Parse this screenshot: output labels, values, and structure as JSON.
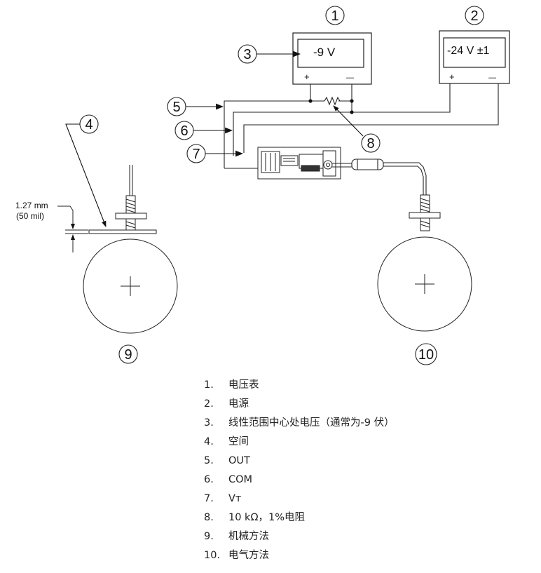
{
  "callouts": [
    "1",
    "2",
    "3",
    "4",
    "5",
    "6",
    "7",
    "8",
    "9",
    "10"
  ],
  "voltmeter_reading": "-9 V",
  "power_supply_reading": "-24 V ±1",
  "plus_sign": "+",
  "minus_sign": "—",
  "gap_dimension": "1.27 mm",
  "gap_dimension_mil": "(50 mil)",
  "legend": [
    {
      "num": "1.",
      "text": "电压表"
    },
    {
      "num": "2.",
      "text": "电源"
    },
    {
      "num": "3.",
      "text": "线性范围中心处电压（通常为-9 伏）"
    },
    {
      "num": "4.",
      "text": "空间"
    },
    {
      "num": "5.",
      "text": "OUT"
    },
    {
      "num": "6.",
      "text": "COM"
    },
    {
      "num": "7.",
      "text": "Vт"
    },
    {
      "num": "8.",
      "text": "10 kΩ，1%电阻"
    },
    {
      "num": "9.",
      "text": "机械方法"
    },
    {
      "num": "10.",
      "text": "电气方法"
    }
  ]
}
